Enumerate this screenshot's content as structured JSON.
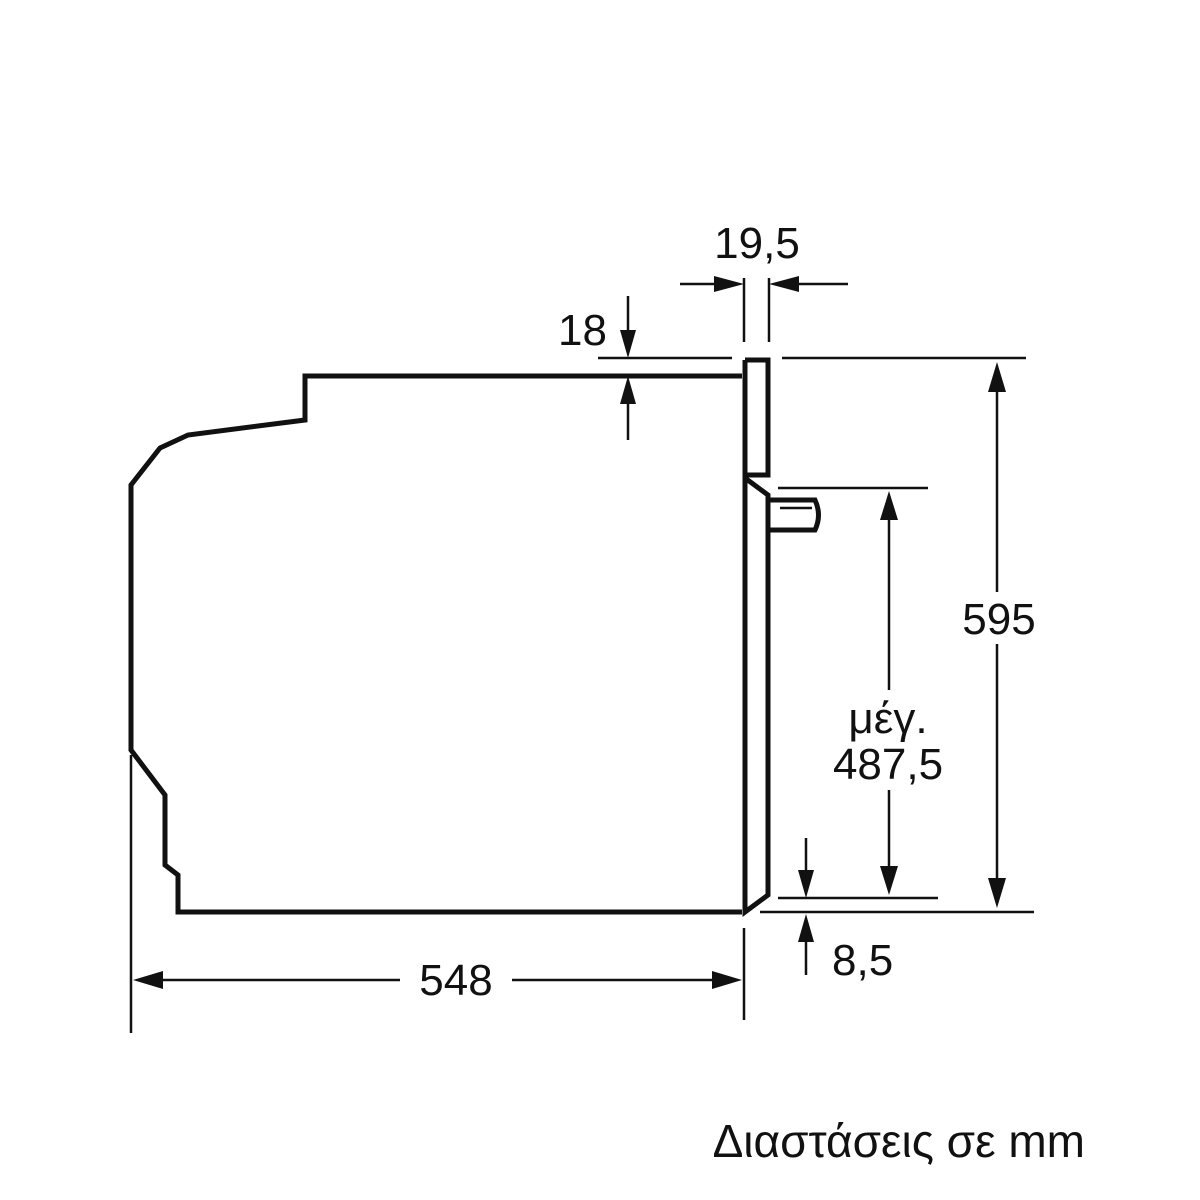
{
  "diagram": {
    "dimensions": {
      "depth": "548",
      "front_thickness": "19,5",
      "top_offset": "18",
      "total_height": "595",
      "max_label": "μέγ.",
      "max_height": "487,5",
      "bottom_offset": "8,5"
    },
    "caption": "Διαστάσεις σε mm"
  }
}
